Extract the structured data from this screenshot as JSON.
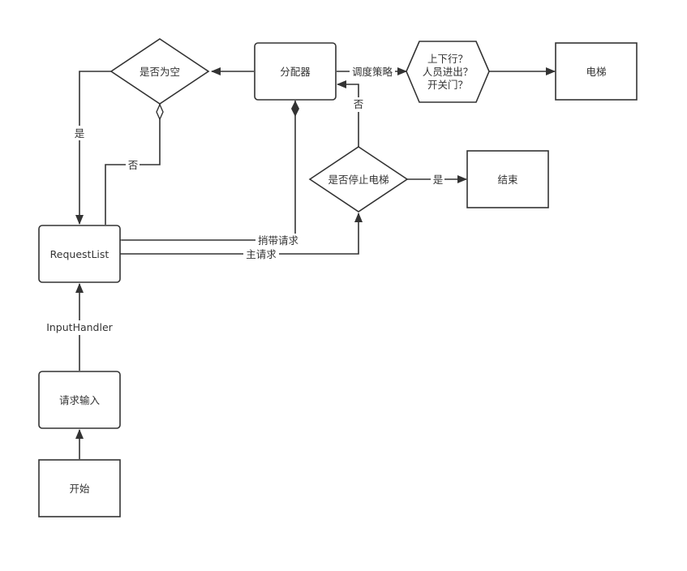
{
  "nodes": {
    "is_empty": "是否为空",
    "dispatcher": "分配器",
    "strategy_lines": [
      "上下行？",
      "人员进出？",
      "开关门？"
    ],
    "elevator": "电梯",
    "stop_elevator": "是否停止电梯",
    "end": "结束",
    "request_list": "RequestList",
    "request_input": "请求输入",
    "start": "开始"
  },
  "edges": {
    "yes_left": "是",
    "no_left": "否",
    "dispatch_strategy": "调度策略",
    "no_right": "否",
    "yes_end": "是",
    "carry_requests": "捎带请求",
    "main_request": "主请求",
    "input_handler": "InputHandler"
  },
  "colors": {
    "stroke": "#333333",
    "fill": "#ffffff",
    "text": "#333333"
  }
}
